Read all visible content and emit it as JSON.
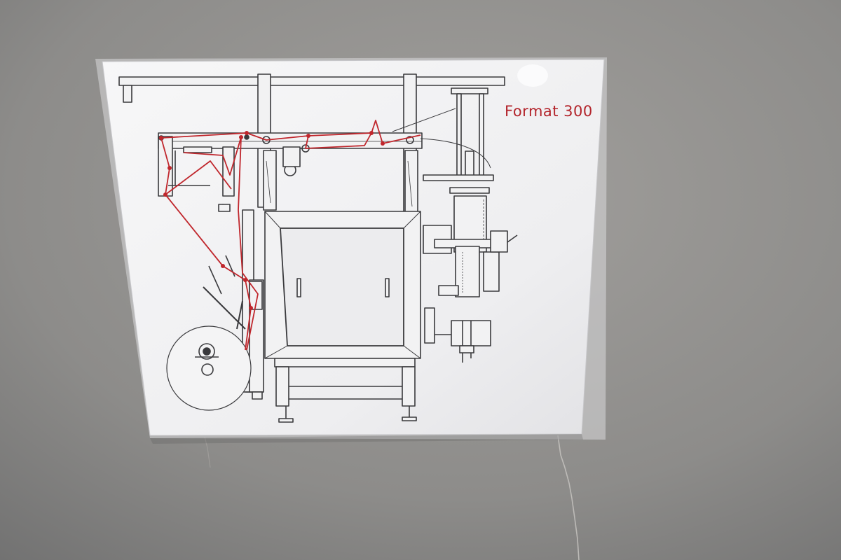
{
  "sheet": {
    "heading": "Format 300"
  },
  "colors": {
    "wall": "#8f8e8c",
    "paper": "#f2f2f3",
    "line": "#3a3a3d",
    "film_path": "#c0262c",
    "heading": "#b3242b"
  },
  "icons": [
    "machine-diagram",
    "film-reel",
    "control-panel-door",
    "cylinder-unit"
  ]
}
